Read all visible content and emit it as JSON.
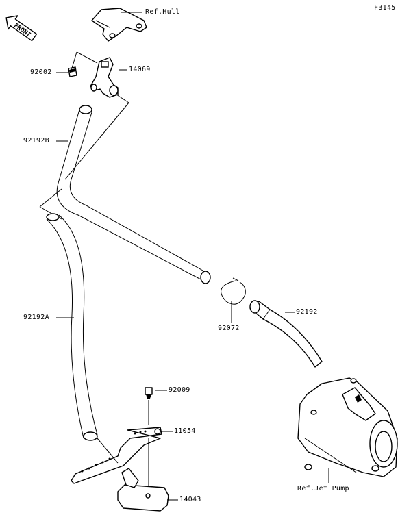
{
  "figure_code": "F3145",
  "front_arrow": {
    "label": "FRONT"
  },
  "labels": {
    "ref_hull": "Ref.Hull",
    "p92002": "92002",
    "p14069": "14069",
    "p92192b": "92192B",
    "p92192a": "92192A",
    "p92072": "92072",
    "p92192": "92192",
    "p92009": "92009",
    "p11054": "11054",
    "p14043": "14043",
    "ref_jet_pump": "Ref.Jet Pump"
  }
}
